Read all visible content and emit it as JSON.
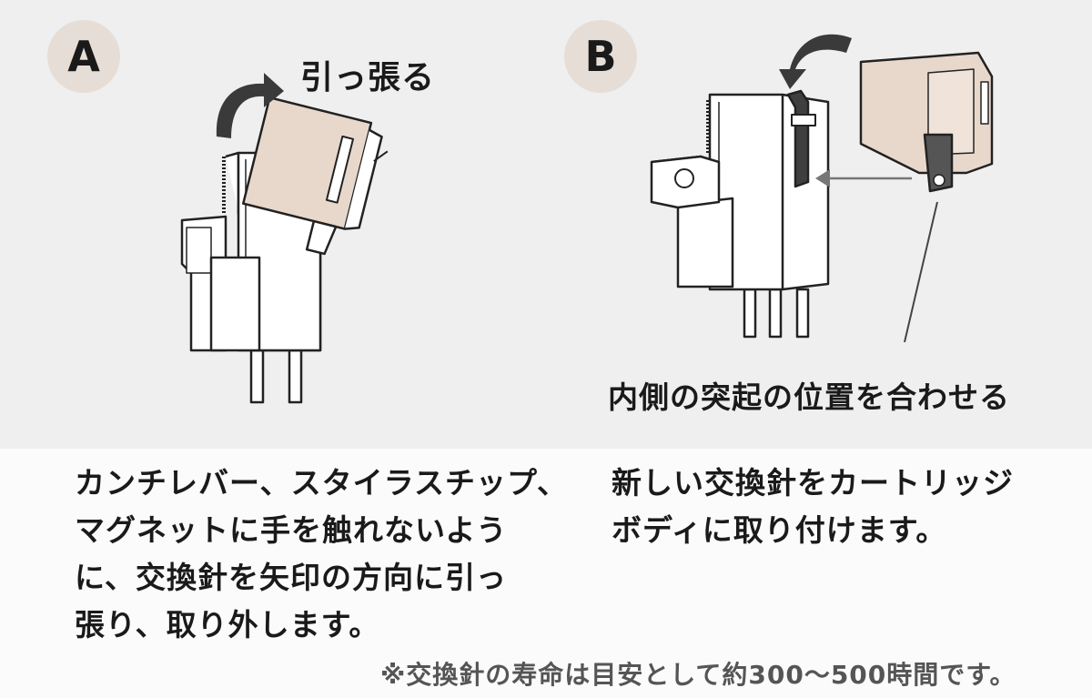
{
  "step_a": {
    "badge": "A",
    "callout": "引っ張る",
    "description_lines": [
      "カンチレバー、スタイラスチップ、",
      "マグネットに手を触れないよう",
      "に、交換針を矢印の方向に引っ",
      "張り、取り外します。"
    ]
  },
  "step_b": {
    "badge": "B",
    "callout": "内側の突起の位置を合わせる",
    "description_lines": [
      "新しい交換針をカートリッジ",
      "ボディに取り付けます。"
    ]
  },
  "footnote": "※交換針の寿命は目安として約300〜500時間です。",
  "colors": {
    "top_background": "#efefef",
    "badge_fill": "#e6ddd6",
    "stylus_fill": "#e8d8cc",
    "arrow_fill": "#3a3a3a",
    "outline": "#222222"
  }
}
